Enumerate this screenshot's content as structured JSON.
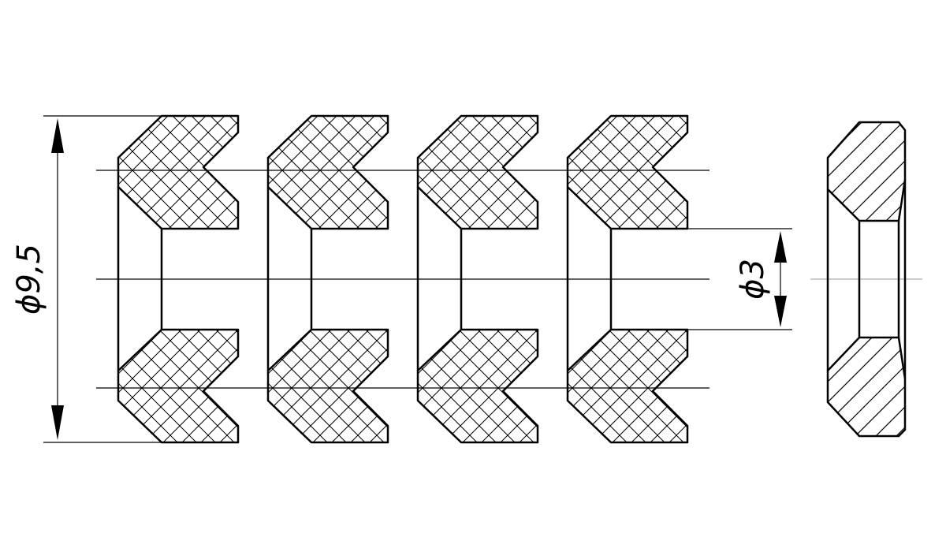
{
  "drawing": {
    "background_color": "#ffffff",
    "line_color": "#000000",
    "centerline_color": "#9a9a9a",
    "dimensions": {
      "outer_diameter": {
        "label": "ϕ9,5"
      },
      "inner_diameter": {
        "label": "ϕ3"
      }
    },
    "cross_section": {
      "cup_washer_count": 4,
      "hatch": "crosshatch"
    },
    "side_part": {
      "hatch": "diagonal"
    }
  }
}
